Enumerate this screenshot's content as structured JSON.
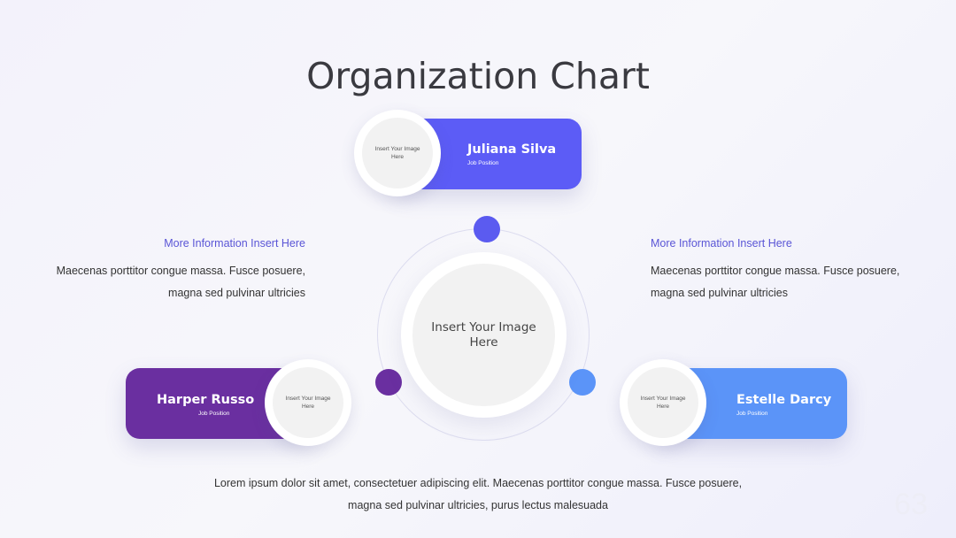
{
  "title": "Organization Chart",
  "center": {
    "image_placeholder": "Insert Your Image Here"
  },
  "members": [
    {
      "name": "Juliana Silva",
      "position": "Job Position",
      "image_placeholder": "Insert Your Image Here",
      "color": "#5c5cf6"
    },
    {
      "name": "Harper Russo",
      "position": "Job Position",
      "image_placeholder": "Insert Your Image Here",
      "color": "#6a2fa0"
    },
    {
      "name": "Estelle Darcy",
      "position": "Job Position",
      "image_placeholder": "Insert Your Image Here",
      "color": "#5b94f8"
    }
  ],
  "dots": {
    "top": "#5b5bf0",
    "left": "#6a2fa0",
    "right": "#5b94f8"
  },
  "info_left": {
    "heading": "More Information Insert Here",
    "line1": "Maecenas porttitor congue massa. Fusce posuere,",
    "line2": "magna sed pulvinar ultricies"
  },
  "info_right": {
    "heading": "More Information Insert Here",
    "line1": "Maecenas porttitor congue massa. Fusce posuere,",
    "line2": "magna sed pulvinar ultricies"
  },
  "footer": {
    "line1": "Lorem ipsum dolor sit amet, consectetuer adipiscing elit. Maecenas porttitor congue massa. Fusce posuere,",
    "line2": "magna sed pulvinar ultricies, purus lectus malesuada"
  },
  "page_number": "63"
}
